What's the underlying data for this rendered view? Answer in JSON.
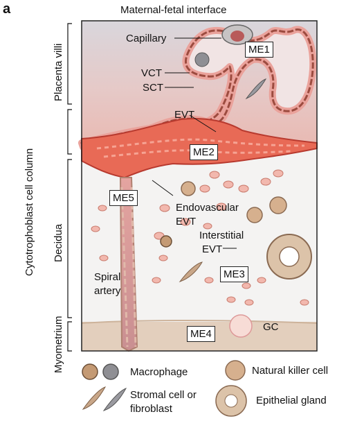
{
  "panel_letter": "a",
  "title": "Maternal-fetal interface",
  "regions": {
    "placenta_villi": "Placenta villi",
    "cytotrophoblast_cell_column": "Cytotrophoblast cell column",
    "decidua": "Decidua",
    "myometrium": "Myometrium"
  },
  "labels": {
    "capillary": "Capillary",
    "vct": "VCT",
    "sct": "SCT",
    "evt": "EVT",
    "endovascular_1": "Endovascular",
    "endovascular_2": "EVT",
    "interstitial_1": "Interstitial",
    "interstitial_2": "EVT",
    "spiral_1": "Spiral",
    "spiral_2": "artery",
    "gc": "GC"
  },
  "microenvironments": [
    "ME1",
    "ME2",
    "ME3",
    "ME4",
    "ME5"
  ],
  "legend": {
    "macrophage": "Macrophage",
    "nk": "Natural killer cell",
    "stromal_1": "Stromal cell or",
    "stromal_2": "fibroblast",
    "gland": "Epithelial gland"
  }
}
